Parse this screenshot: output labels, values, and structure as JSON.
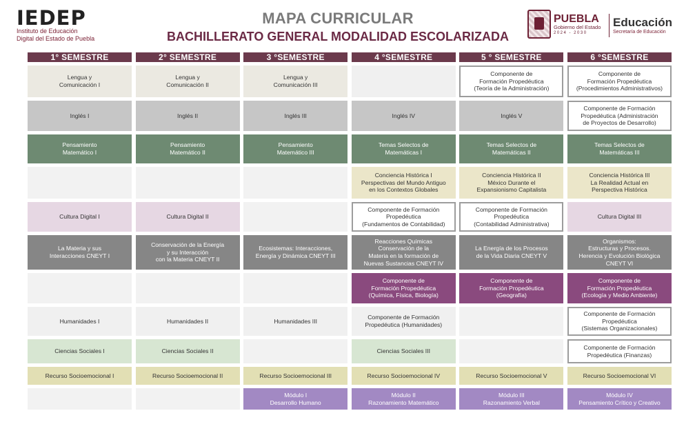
{
  "header": {
    "logo_main": "IEDEP",
    "logo_sub_line1": "Instituto de Educación",
    "logo_sub_line2": "Digital del Estado de Puebla",
    "title": "MAPA CURRICULAR",
    "subtitle": "BACHILLERATO GENERAL MODALIDAD ESCOLARIZADA",
    "puebla": "PUEBLA",
    "puebla_sub": "Gobierno del Estado",
    "puebla_years": "2024 - 2030",
    "educacion": "Educación",
    "educacion_sub": "Secretaría de Educación"
  },
  "semesters": [
    "1° SEMESTRE",
    "2° SEMESTRE",
    "3 °SEMESTRE",
    "4 °SEMESTRE",
    "5 ° SEMESTRE",
    "6 °SEMESTRE"
  ],
  "rows": [
    [
      "Lengua y\nComunicación I",
      "Lengua y\nComunicación II",
      "Lengua y\nComunicación III",
      "",
      "Componente de\nFormación Propedéutica\n(Teoría de la Administración)",
      "Componente de\nFormación Propedéutica\n(Procedimientos Administrativos)"
    ],
    [
      "Inglés I",
      "Inglés II",
      "Inglés III",
      "Inglés IV",
      "Inglés V",
      "Componente de  Formación\nPropedéutica  (Administración\nde Proyectos de Desarrollo)"
    ],
    [
      "Pensamiento\nMatemático I",
      "Pensamiento\nMatemático II",
      "Pensamiento\nMatemático  III",
      "Temas Selectos de\nMatemáticas I",
      "Temas Selectos de\nMatemáticas II",
      "Temas Selectos de\nMatemáticas III"
    ],
    [
      "",
      "",
      "",
      "Conciencia Histórica I\nPerspectivas del Mundo Antiguo\nen los Contextos Globales",
      "Conciencia Histórica II\nMéxico Durante el\nExpansionismo Capitalista",
      "Conciencia Histórica III\nLa Realidad Actual en\nPerspectiva Histórica"
    ],
    [
      "Cultura Digital  I",
      "Cultura Digital  II",
      "",
      "Componente de Formación\nPropedéutica\n(Fundamentos de Contabilidad)",
      "Componente de Formación\nPropedéutica\n(Contabilidad Administrativa)",
      "Cultura Digital III"
    ],
    [
      "La Materia y sus\nInteracciones  CNEYT I",
      "Conservación de la Energía\ny su Interacción\ncon la Materia CNEYT II",
      "Ecosistemas: Interacciones,\nEnergía y Dinámica CNEYT III",
      "Reacciones Químicas\nConservación de la\nMateria en la formación de\nNuevas Sustancias CNEYT IV",
      "La Energía de los Procesos\nde la Vida Diaria CNEYT V",
      "Organismos:\nEstructuras y Procesos.\nHerencia y Evolución Biológica\nCNEYT VI"
    ],
    [
      "",
      "",
      "",
      "Componente de\nFormación Propedéutica\n(Química, Física, Biología)",
      "Componente de\nFormación Propedéutica\n(Geografía)",
      "Componente de\nFormación Propedéutica\n(Ecología y Medio Ambiente)"
    ],
    [
      "Humanidades I",
      "Humanidades II",
      "Humanidades III",
      "Componente de Formación\nPropedéutica  (Humanidades)",
      "",
      "Componente de Formación\nPropedéutica\n(Sistemas Organizacionales)"
    ],
    [
      "Ciencias Sociales I",
      "Ciencias Sociales II",
      "",
      "Ciencias Sociales III",
      "",
      "Componente de Formación\nPropedéutica (Finanzas)"
    ],
    [
      "Recurso Socioemocional  I",
      "Recurso Socioemocional  II",
      "Recurso Socioemocional  III",
      "Recurso Socioemocional  IV",
      "Recurso Socioemocional V",
      "Recurso Socioemocional  VI"
    ],
    [
      "",
      "",
      "Módulo I\nDesarrollo Humano",
      "Módulo II\nRazonamiento Matemático",
      "Módulo III\nRazonamiento Verbal",
      "Módulo IV\nPensamiento Crítico y Creativo"
    ]
  ],
  "cell_styles": [
    [
      "beige",
      "beige",
      "beige",
      "lightgray",
      "outline",
      "outline"
    ],
    [
      "gray",
      "gray",
      "gray",
      "gray",
      "gray",
      "outline"
    ],
    [
      "green",
      "green",
      "green",
      "green",
      "green",
      "green"
    ],
    [
      "empty",
      "empty",
      "empty",
      "wheat",
      "wheat",
      "wheat"
    ],
    [
      "lilac",
      "lilac",
      "empty",
      "outline",
      "outline",
      "lilac"
    ],
    [
      "dark",
      "dark",
      "dark",
      "dark",
      "dark",
      "dark"
    ],
    [
      "empty",
      "empty",
      "empty",
      "magenta",
      "magenta",
      "magenta"
    ],
    [
      "lightgray",
      "lightgray",
      "lightgray",
      "lightgray",
      "empty",
      "outline"
    ],
    [
      "sage",
      "sage",
      "empty",
      "sage",
      "empty",
      "outline"
    ],
    [
      "olive",
      "olive",
      "olive",
      "olive",
      "olive",
      "olive"
    ],
    [
      "empty",
      "empty",
      "violet",
      "violet",
      "violet",
      "violet"
    ]
  ],
  "colors": {
    "header_bar": "#6b3a4c",
    "title_gray": "#7a7a7a",
    "subtitle_wine": "#6b2a45"
  }
}
